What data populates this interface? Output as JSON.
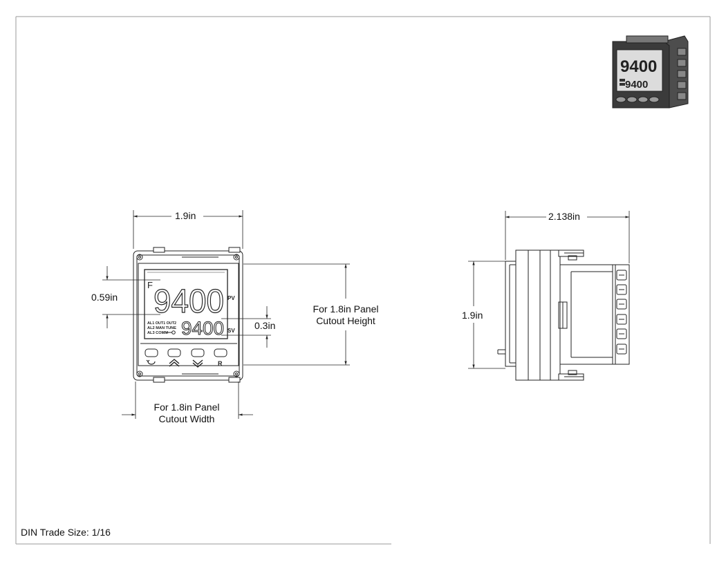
{
  "front_view": {
    "width_dim": "1.9in",
    "display_height_dim": "0.59in",
    "sv_height_dim": "0.3in",
    "cutout_height_note": [
      "For 1.8in Panel",
      "Cutout Height"
    ],
    "cutout_width_note": [
      "For 1.8in Panel",
      "Cutout Width"
    ],
    "display": {
      "pv_value": "9400",
      "sv_value": "9400",
      "pv_label": "PV",
      "sv_label": "SV",
      "unit": "F",
      "status_rows": [
        "AL1 OUT1 OUT2",
        "AL2 MAN TUNE",
        "AL3 COMM"
      ],
      "buttons": [
        "cycle-icon",
        "up-chevron-icon",
        "down-chevron-icon",
        "R"
      ]
    }
  },
  "side_view": {
    "depth_dim": "2.138in",
    "height_dim": "1.9in"
  },
  "footer": {
    "trade_size": "DIN Trade Size: 1/16"
  },
  "colors": {
    "line": "#222222",
    "border": "#9a9a9a",
    "shade": "#5a5a5a"
  }
}
